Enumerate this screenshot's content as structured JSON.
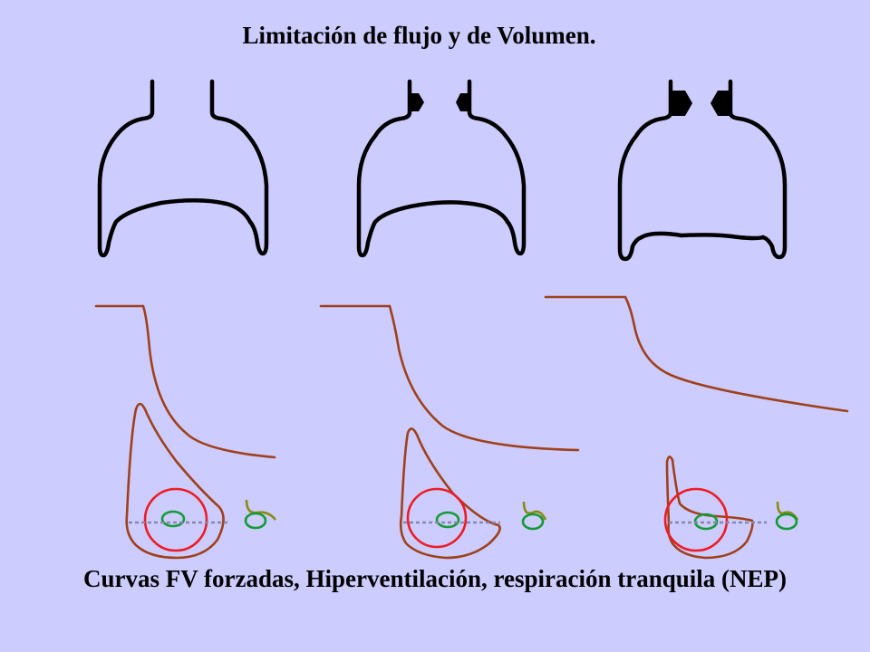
{
  "slide": {
    "title": "Limitación de flujo y de Volumen.",
    "caption": "Curvas FV forzadas, Hiperventilación, respiración tranquila (NEP)"
  },
  "colors": {
    "background": "#ccccff",
    "outline": "#000000",
    "volume_curve": "#a0401a",
    "flow_loop": "#a0401a",
    "hyperventilation_loop": "#ee1c24",
    "tidal_loop": "#139a35",
    "nep_loop": "#8a8a10",
    "baseline": "#8888aa"
  },
  "panels": [
    {
      "id": "normal",
      "airway_obstruction": "none"
    },
    {
      "id": "moderate",
      "airway_obstruction": "partial"
    },
    {
      "id": "severe",
      "airway_obstruction": "marked"
    }
  ]
}
